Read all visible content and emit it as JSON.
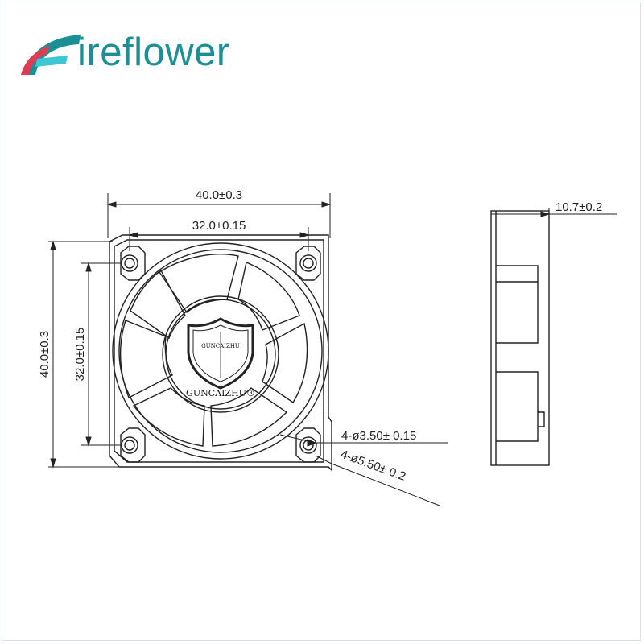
{
  "brand": {
    "logo_text": "ireflower",
    "logo_colors": {
      "teal": "#1a8f95",
      "red": "#e23a52",
      "cyan": "#3ec6d3"
    }
  },
  "front_view": {
    "width_overall": "40.0±0.3",
    "hole_spacing_horizontal": "32.0±0.15",
    "height_overall": "40.0±0.3",
    "hole_spacing_vertical": "32.0±0.15",
    "hole_inner": "4-ø3.50± 0.15",
    "hole_outer": "4-ø5.50± 0.2"
  },
  "hub": {
    "shield_text": "GUNCAIZHU",
    "brand_text": "GUNCAIZHU®"
  },
  "side_view": {
    "thickness": "10.7±0.2"
  }
}
